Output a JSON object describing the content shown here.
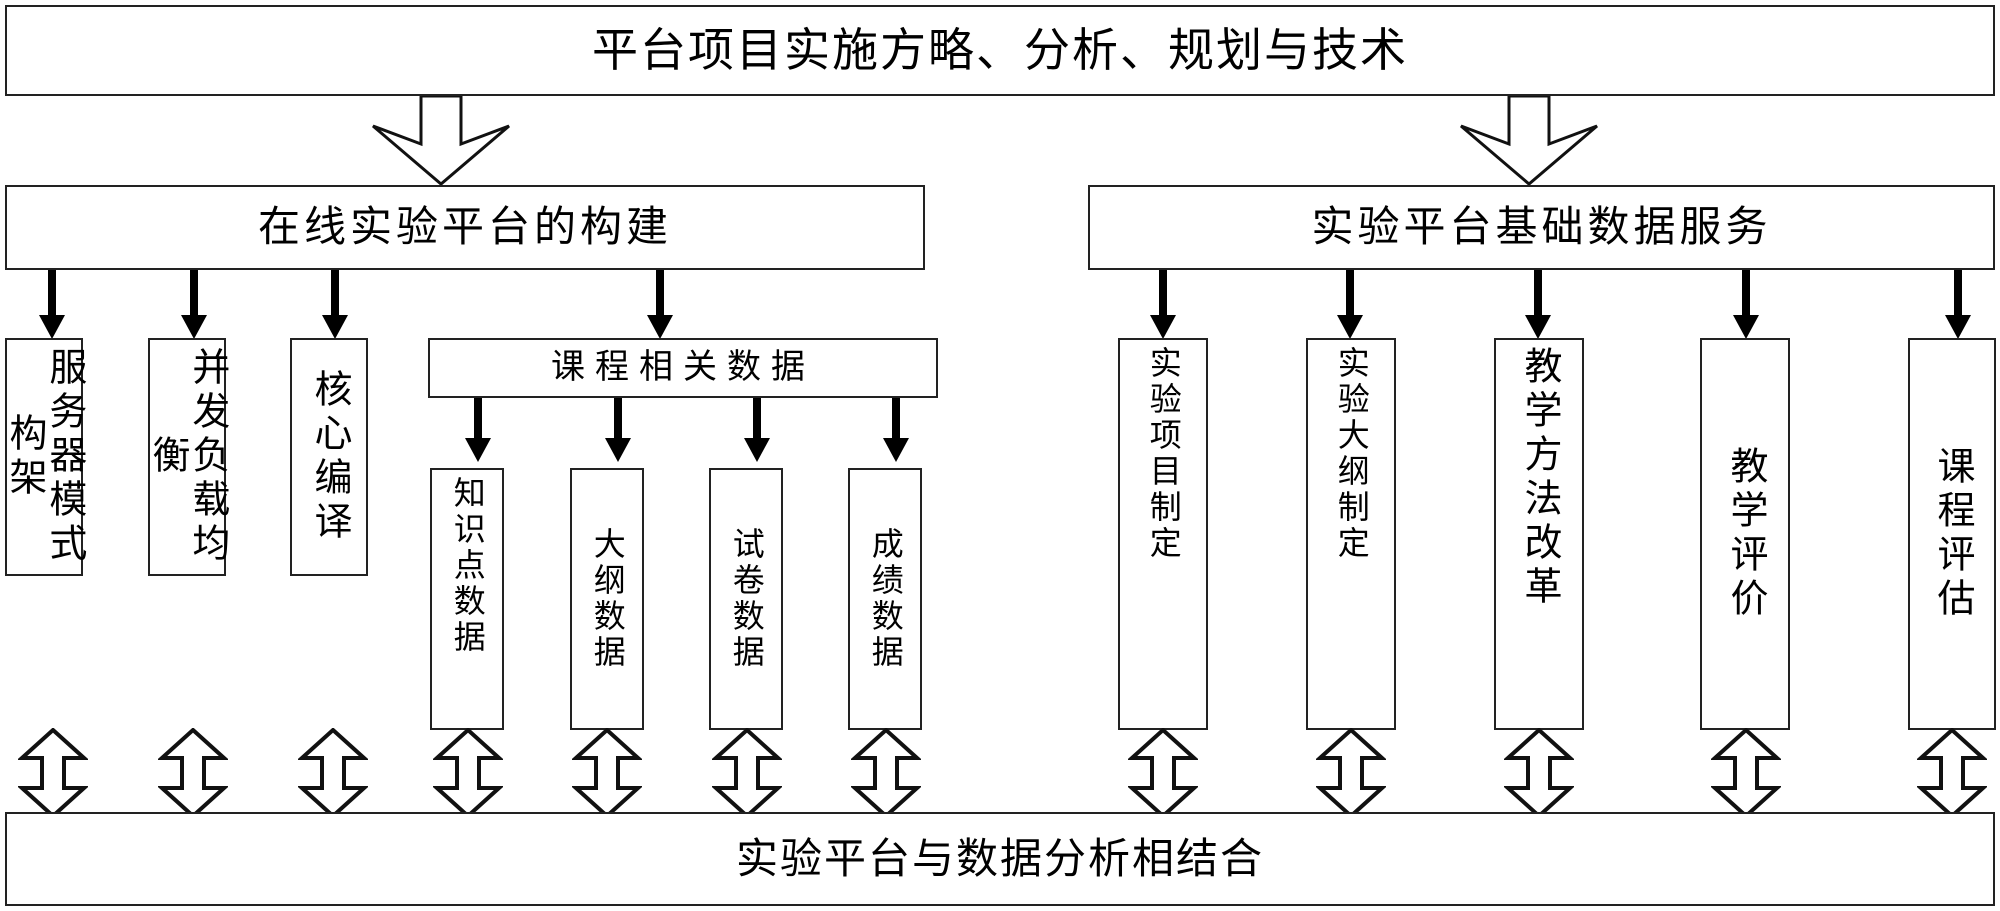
{
  "diagram": {
    "title": "平台项目实施方略、分析、规划与技术",
    "bottom_bar": "实验平台与数据分析相结合",
    "branches": [
      {
        "header": "在线实验平台的构建",
        "leaves": [
          "服务器模式构架",
          "并发负载均衡",
          "核心编译"
        ],
        "group": {
          "header": "课程相关数据",
          "leaves": [
            "知识点数据",
            "大纲数据",
            "试卷数据",
            "成绩数据"
          ]
        }
      },
      {
        "header": "实验平台基础数据服务",
        "leaves": [
          "实验项目制定",
          "实验大纲制定",
          "教学方法改革",
          "教学评价",
          "课程评估"
        ]
      }
    ]
  },
  "colors": {
    "stroke": "#222222",
    "fill": "#ffffff",
    "text": "#000000",
    "arrow": "#000000"
  }
}
